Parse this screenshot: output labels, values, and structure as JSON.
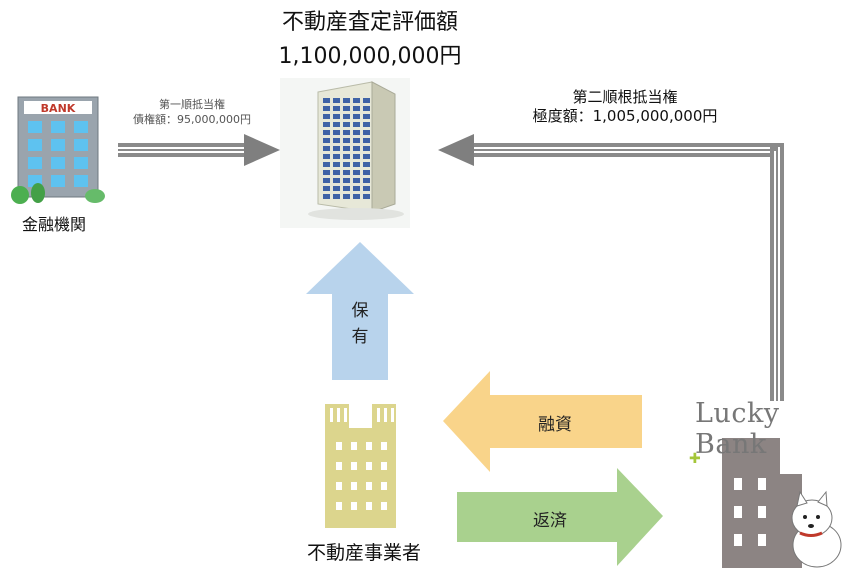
{
  "property": {
    "title": "不動産査定評価額",
    "value": "1,100,000,000円"
  },
  "first_lien": {
    "line1": "第一順抵当権",
    "line2": "債権額：95,000,000円"
  },
  "second_lien": {
    "line1": "第二順根抵当権",
    "line2": "極度額：1,005,000,000円"
  },
  "bank_sign": "BANK",
  "financial_institution": "金融機関",
  "hold_label": "保\n有",
  "finance_label": "融資",
  "repay_label": "返済",
  "developer_label": "不動産事業者",
  "lucky_bank": {
    "word1": "Lucky",
    "word2": "Bank"
  },
  "colors": {
    "hold_arrow": "#b8d3ec",
    "finance_arrow": "#f9d48a",
    "repay_arrow": "#a9d18e",
    "developer_building": "#dcd58d",
    "lucky_building": "#8c8483",
    "connector_arrow": "#888888"
  }
}
